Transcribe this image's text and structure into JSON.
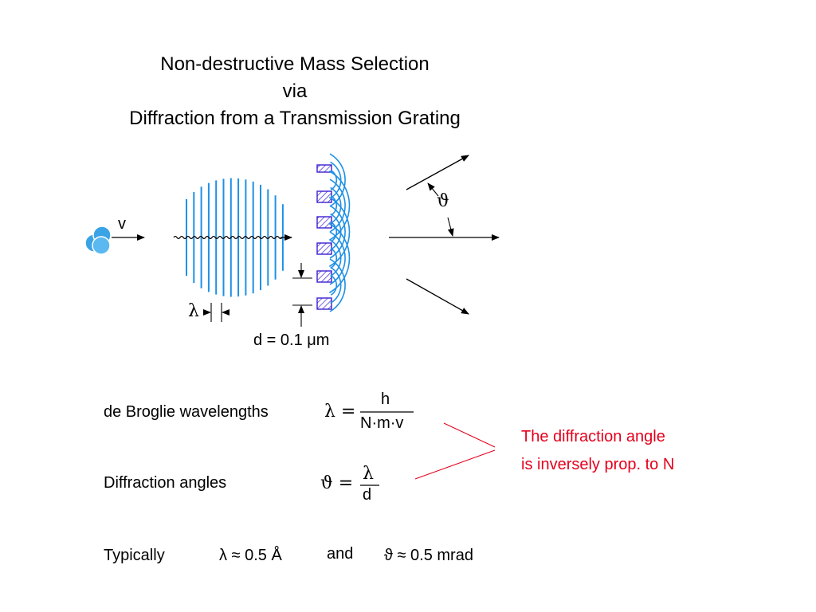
{
  "slide": {
    "title": {
      "line1": "Non-destructive Mass Selection",
      "line2": "via",
      "line3": "Diffraction from a Transmission Grating"
    }
  },
  "diagram": {
    "velocity_label": "v",
    "angle_symbol": "ϑ",
    "lambda_symbol": "λ",
    "spacing_label": "d = 0.1 μm"
  },
  "equations": {
    "debroglie_label": "de Broglie wavelengths",
    "debroglie_lhs": "λ =",
    "debroglie_num": "h",
    "debroglie_den": "N·m·v",
    "diffraction_label": "Diffraction angles",
    "diffraction_lhs": "ϑ =",
    "diffraction_num": "λ",
    "diffraction_den": "d",
    "typically_label": "Typically",
    "typical_lambda": "λ ≈ 0.5 Å",
    "and_label": "and",
    "typical_theta": "ϑ ≈ 0.5 mrad"
  },
  "annotation": {
    "line1": "The diffraction angle",
    "line2": "is inversely prop. to N",
    "color": "#e4001c"
  },
  "colors": {
    "wave": "#1e90e6",
    "grating_outline": "#3a1fd0",
    "grating_hatch": "#3a1fd0",
    "molecule": "#3aa3e6"
  }
}
